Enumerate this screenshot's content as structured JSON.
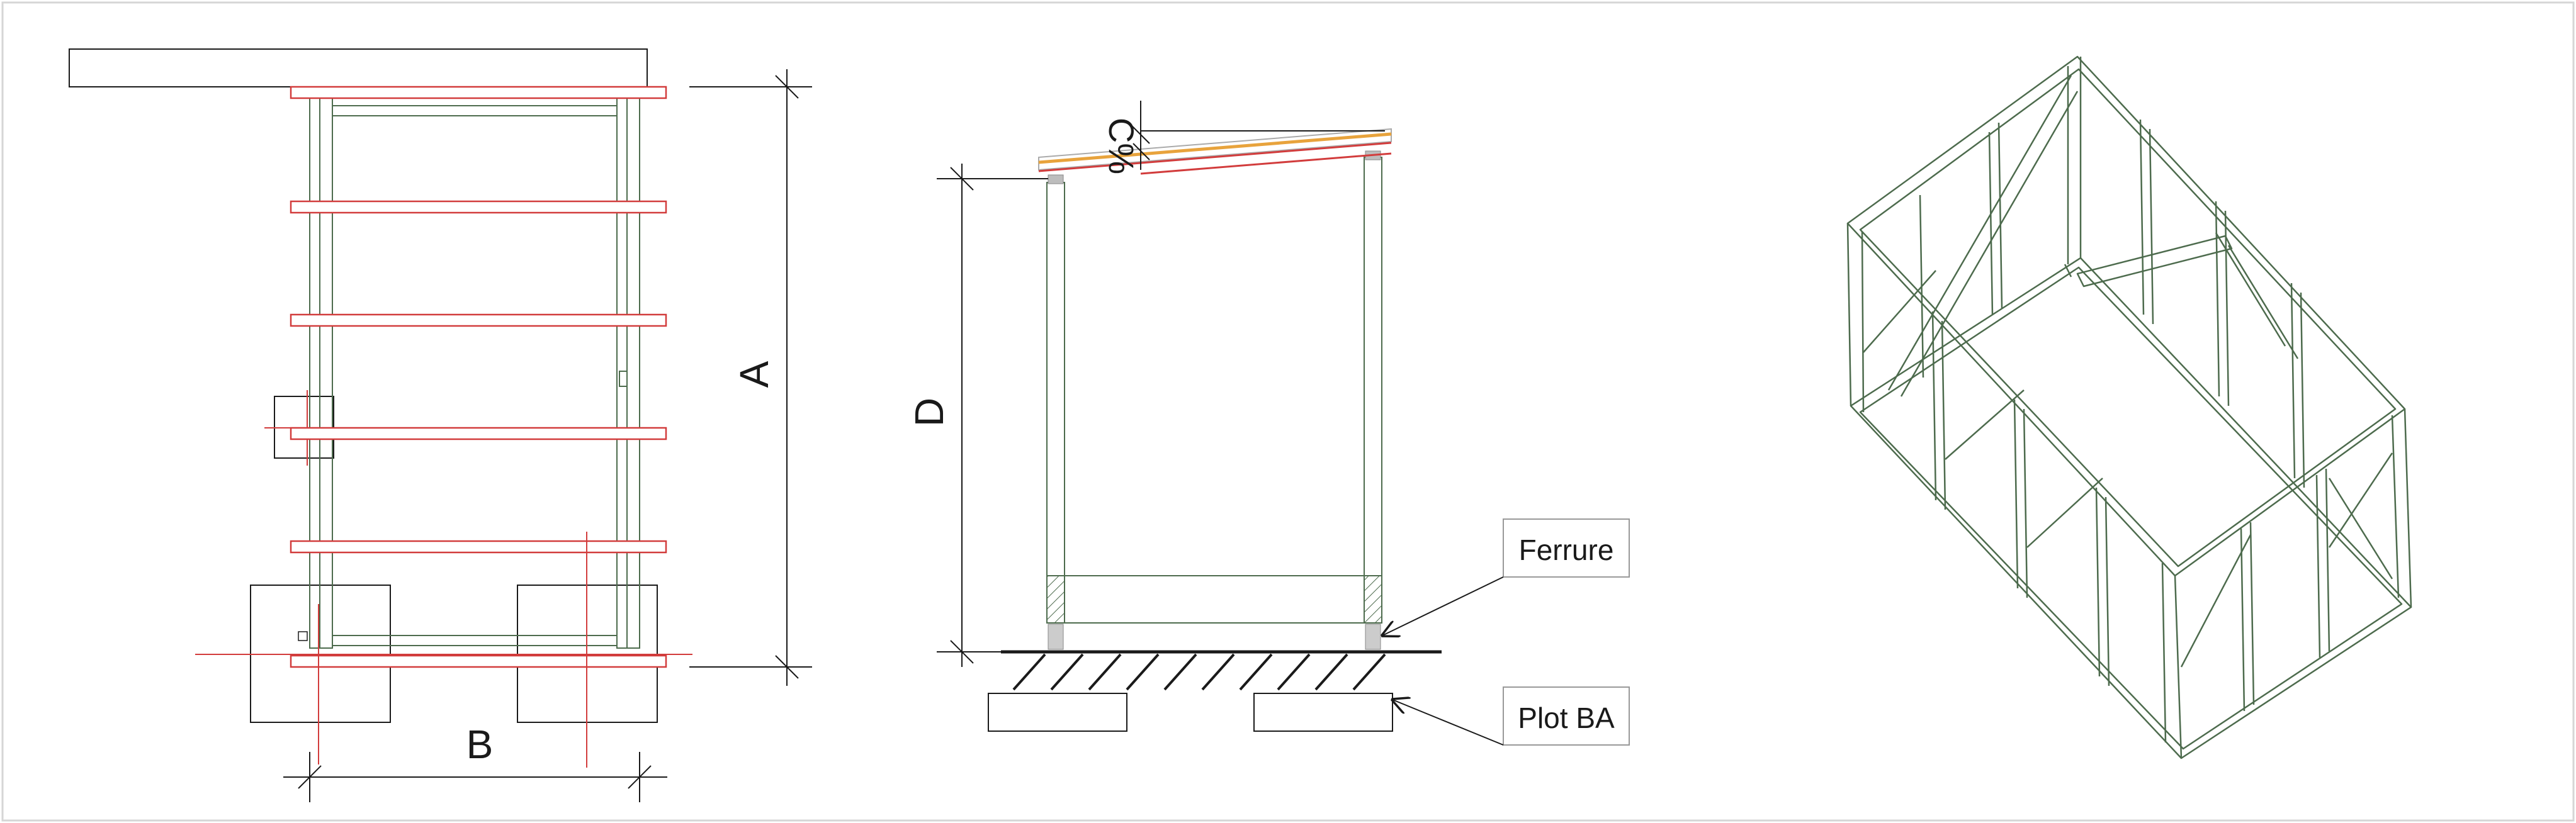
{
  "drawing": {
    "colors": {
      "frame": "#4d6b4d",
      "joist": "#d23c3c",
      "orange": "#e8a33c",
      "ink": "#1a1a1a",
      "border": "#d6d6d6"
    }
  },
  "plan_view": {
    "dim_a": "A",
    "dim_b": "B"
  },
  "section_view": {
    "dim_d": "D",
    "slope": "C%",
    "label_ferrure": "Ferrure",
    "label_plot": "Plot BA"
  },
  "isometric_view": {}
}
